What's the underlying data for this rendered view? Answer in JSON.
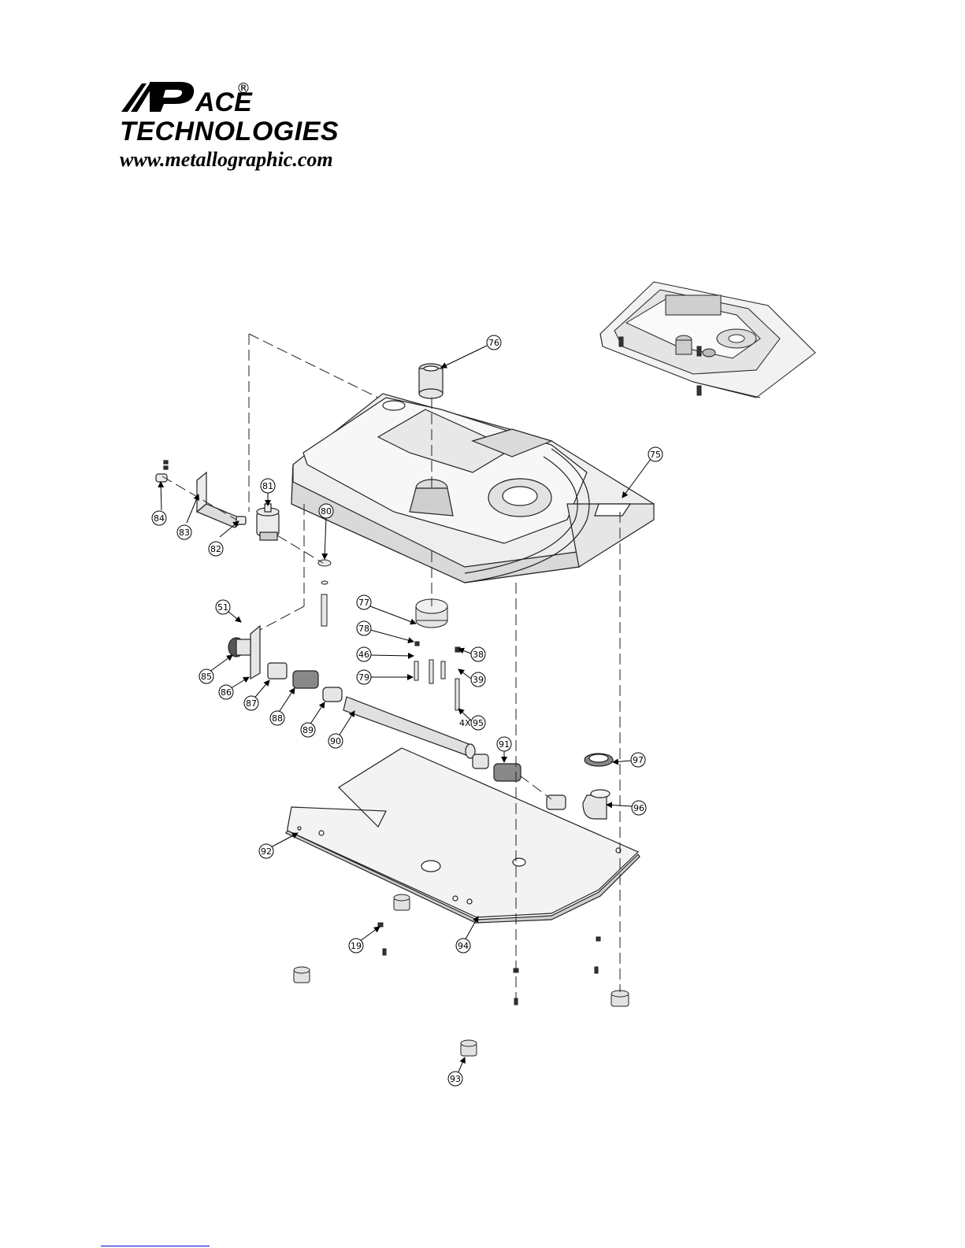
{
  "logo": {
    "brand_ace": "ACE",
    "registered_mark": "®",
    "company_line": "TECHNOLOGIES",
    "website": "www.metallographic.com"
  },
  "quantity_note": "4X",
  "callouts": [
    "76",
    "75",
    "81",
    "80",
    "84",
    "83",
    "82",
    "51",
    "77",
    "78",
    "46",
    "79",
    "38",
    "39",
    "95",
    "85",
    "86",
    "87",
    "88",
    "89",
    "90",
    "91",
    "97",
    "96",
    "92",
    "19",
    "94",
    "93"
  ],
  "icons": {
    "logo": "pace-p-logo",
    "inset": "assembled-view"
  }
}
